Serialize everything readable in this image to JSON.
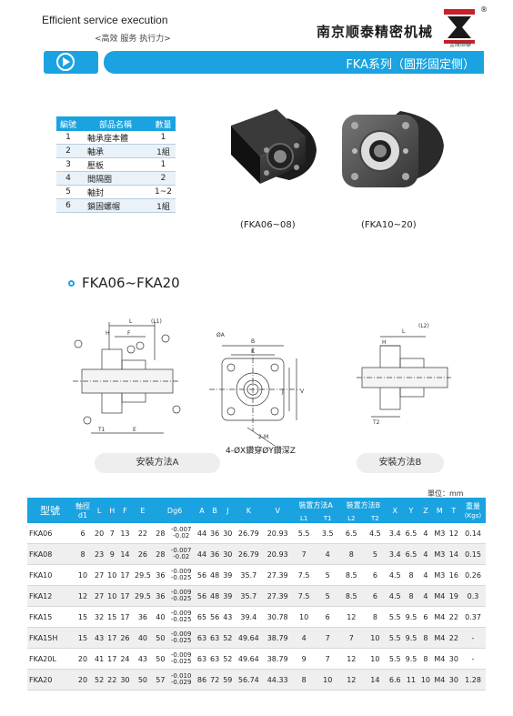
{
  "header": {
    "tagline": "Efficient service execution",
    "tagline_cn": "<高效  服务  执行力>",
    "company": "南京顺泰精密机械",
    "logo_text": "金陵顺泰",
    "reg_mark": "®"
  },
  "banner": {
    "title": "FKA系列（圆形固定侧）"
  },
  "parts_table": {
    "headers": [
      "編號",
      "部品名稱",
      "數量"
    ],
    "rows": [
      [
        "1",
        "軸承座本體",
        "1"
      ],
      [
        "2",
        "軸承",
        "1組"
      ],
      [
        "3",
        "壓板",
        "1"
      ],
      [
        "4",
        "間隔圈",
        "2"
      ],
      [
        "5",
        "軸封",
        "1~2"
      ],
      [
        "6",
        "鎖固螺帽",
        "1組"
      ]
    ]
  },
  "photos": {
    "left_caption": "(FKA06~08)",
    "right_caption": "(FKA10~20)"
  },
  "section": {
    "title": "FKA06~FKA20"
  },
  "drawing": {
    "labels": [
      "L",
      "(L1)",
      "H",
      "F",
      "E",
      "T1",
      "ØA",
      "B",
      "K",
      "V",
      "J",
      "2-M",
      "Øc",
      "(L2)",
      "T2"
    ],
    "hole_note": "4-ØX鑽穿ØY鑽深Z",
    "method_a": "安裝方法A",
    "method_b": "安裝方法B"
  },
  "spec": {
    "unit": "單位：mm",
    "header_model": "型號",
    "header_shaft": "軸徑",
    "header_shaft_sub": "d1",
    "cols": [
      "L",
      "H",
      "F",
      "E",
      "Dg6",
      "A",
      "B",
      "J",
      "K",
      "V"
    ],
    "group_a": "裝置方法A",
    "group_b": "裝置方法B",
    "group_a_cols": [
      "L1",
      "T1"
    ],
    "group_b_cols": [
      "L2",
      "T2"
    ],
    "tail_cols": [
      "X",
      "Y",
      "Z",
      "M",
      "T"
    ],
    "weight": "重量",
    "weight_unit": "(Kgs)",
    "rows": [
      {
        "model": "FKA06",
        "d1": "6",
        "L": "20",
        "H": "7",
        "F": "13",
        "E": "22",
        "Dg6": "28",
        "tol_up": "-0.007",
        "tol_dn": "-0.02",
        "A": "44",
        "B": "36",
        "J": "30",
        "K": "26.79",
        "V": "20.93",
        "L1": "5.5",
        "T1": "3.5",
        "L2": "6.5",
        "T2": "4.5",
        "X": "3.4",
        "Y": "6.5",
        "Z": "4",
        "M": "M3",
        "T": "12",
        "W": "0.14"
      },
      {
        "model": "FKA08",
        "d1": "8",
        "L": "23",
        "H": "9",
        "F": "14",
        "E": "26",
        "Dg6": "28",
        "tol_up": "-0.007",
        "tol_dn": "-0.02",
        "A": "44",
        "B": "36",
        "J": "30",
        "K": "26.79",
        "V": "20.93",
        "L1": "7",
        "T1": "4",
        "L2": "8",
        "T2": "5",
        "X": "3.4",
        "Y": "6.5",
        "Z": "4",
        "M": "M3",
        "T": "14",
        "W": "0.15"
      },
      {
        "model": "FKA10",
        "d1": "10",
        "L": "27",
        "H": "10",
        "F": "17",
        "E": "29.5",
        "Dg6": "36",
        "tol_up": "-0.009",
        "tol_dn": "-0.025",
        "A": "56",
        "B": "48",
        "J": "39",
        "K": "35.7",
        "V": "27.39",
        "L1": "7.5",
        "T1": "5",
        "L2": "8.5",
        "T2": "6",
        "X": "4.5",
        "Y": "8",
        "Z": "4",
        "M": "M3",
        "T": "16",
        "W": "0.26"
      },
      {
        "model": "FKA12",
        "d1": "12",
        "L": "27",
        "H": "10",
        "F": "17",
        "E": "29.5",
        "Dg6": "36",
        "tol_up": "-0.009",
        "tol_dn": "-0.025",
        "A": "56",
        "B": "48",
        "J": "39",
        "K": "35.7",
        "V": "27.39",
        "L1": "7.5",
        "T1": "5",
        "L2": "8.5",
        "T2": "6",
        "X": "4.5",
        "Y": "8",
        "Z": "4",
        "M": "M4",
        "T": "19",
        "W": "0.3"
      },
      {
        "model": "FKA15",
        "d1": "15",
        "L": "32",
        "H": "15",
        "F": "17",
        "E": "36",
        "Dg6": "40",
        "tol_up": "-0.009",
        "tol_dn": "-0.025",
        "A": "65",
        "B": "56",
        "J": "43",
        "K": "39.4",
        "V": "30.78",
        "L1": "10",
        "T1": "6",
        "L2": "12",
        "T2": "8",
        "X": "5.5",
        "Y": "9.5",
        "Z": "6",
        "M": "M4",
        "T": "22",
        "W": "0.37"
      },
      {
        "model": "FKA15H",
        "d1": "15",
        "L": "43",
        "H": "17",
        "F": "26",
        "E": "40",
        "Dg6": "50",
        "tol_up": "-0.009",
        "tol_dn": "-0.025",
        "A": "63",
        "B": "63",
        "J": "52",
        "K": "49.64",
        "V": "38.79",
        "L1": "4",
        "T1": "7",
        "L2": "7",
        "T2": "10",
        "X": "5.5",
        "Y": "9.5",
        "Z": "8",
        "M": "M4",
        "T": "22",
        "W": "-"
      },
      {
        "model": "FKA20L",
        "d1": "20",
        "L": "41",
        "H": "17",
        "F": "24",
        "E": "43",
        "Dg6": "50",
        "tol_up": "-0.009",
        "tol_dn": "-0.025",
        "A": "63",
        "B": "63",
        "J": "52",
        "K": "49.64",
        "V": "38.79",
        "L1": "9",
        "T1": "7",
        "L2": "12",
        "T2": "10",
        "X": "5.5",
        "Y": "9.5",
        "Z": "8",
        "M": "M4",
        "T": "30",
        "W": "-"
      },
      {
        "model": "FKA20",
        "d1": "20",
        "L": "52",
        "H": "22",
        "F": "30",
        "E": "50",
        "Dg6": "57",
        "tol_up": "-0.010",
        "tol_dn": "-0.029",
        "A": "86",
        "B": "72",
        "J": "59",
        "K": "56.74",
        "V": "44.33",
        "L1": "8",
        "T1": "10",
        "L2": "12",
        "T2": "14",
        "X": "6.6",
        "Y": "11",
        "Z": "10",
        "M": "M4",
        "T": "30",
        "W": "1.28"
      }
    ]
  }
}
